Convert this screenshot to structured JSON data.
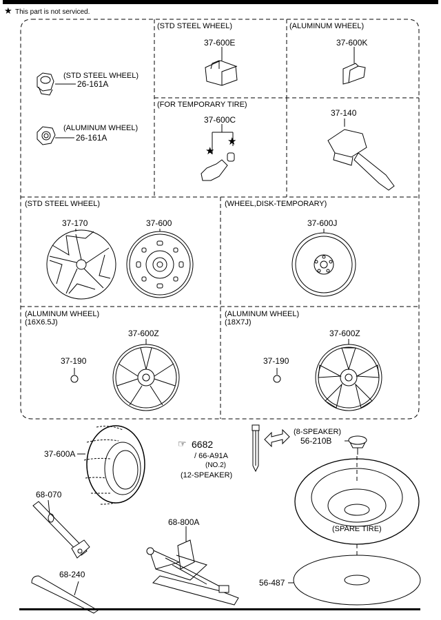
{
  "note": {
    "star": "★",
    "text": "This part is not serviced."
  },
  "sections": {
    "std_steel_wheel_1": "(STD STEEL WHEEL)",
    "aluminum_wheel_1": "(ALUMINUM WHEEL)",
    "for_temporary_tire": "(FOR TEMPORARY TIRE)",
    "std_steel_wheel_2": "(STD STEEL WHEEL)",
    "wheel_disk_temporary": "(WHEEL,DISK-TEMPORARY)",
    "aluminum_wheel_16": "(ALUMINUM WHEEL)",
    "size_16": "(16X6.5J)",
    "aluminum_wheel_18": "(ALUMINUM WHEEL)",
    "size_18": "(18X7J)"
  },
  "nuts": {
    "steel_label": "(STD STEEL WHEEL)",
    "steel_part": "26-161A",
    "alu_label": "(ALUMINUM WHEEL)",
    "alu_part": "26-161A"
  },
  "parts": {
    "p37_600E": "37-600E",
    "p37_600K": "37-600K",
    "p37_600C": "37-600C",
    "p37_140": "37-140",
    "p37_170": "37-170",
    "p37_600": "37-600",
    "p37_600J": "37-600J",
    "p37_190a": "37-190",
    "p37_600Za": "37-600Z",
    "p37_190b": "37-190",
    "p37_600Zb": "37-600Z",
    "p37_600A": "37-600A",
    "p68_070": "68-070",
    "p68_240": "68-240",
    "p68_800A": "68-800A",
    "p56_210B": "56-210B",
    "p56_487": "56-487"
  },
  "speaker": {
    "ref_icon": "☞",
    "ref_num": "6682",
    "ref_sub": "/ 66-A91A",
    "no2": "(NO.2)",
    "speaker12": "(12-SPEAKER)",
    "speaker8": "(8-SPEAKER)"
  },
  "spare_tire": "(SPARE TIRE)"
}
